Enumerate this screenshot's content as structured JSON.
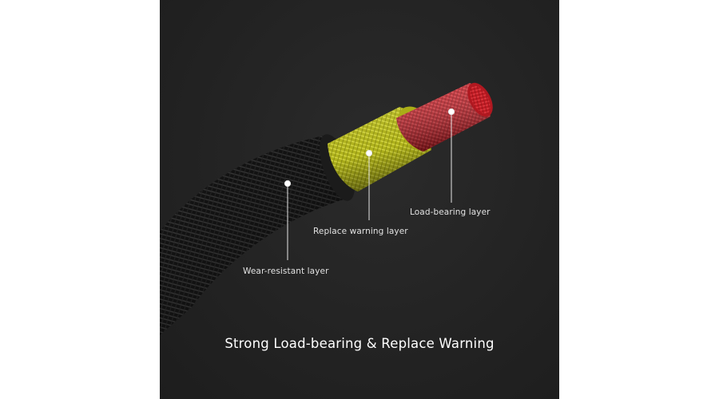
{
  "image": {
    "background": "#222222",
    "page_background": "#ffffff"
  },
  "layers": [
    {
      "label": "Load-bearing layer",
      "color": "#d8242c",
      "icon": "red-inner-core"
    },
    {
      "label": "Replace warning layer",
      "color": "#c9cc2a",
      "icon": "yellow-middle-sleeve"
    },
    {
      "label": "Wear-resistant layer",
      "color": "#1a1a1a",
      "icon": "black-braided-jacket"
    }
  ],
  "headline": "Strong Load-bearing & Replace Warning"
}
